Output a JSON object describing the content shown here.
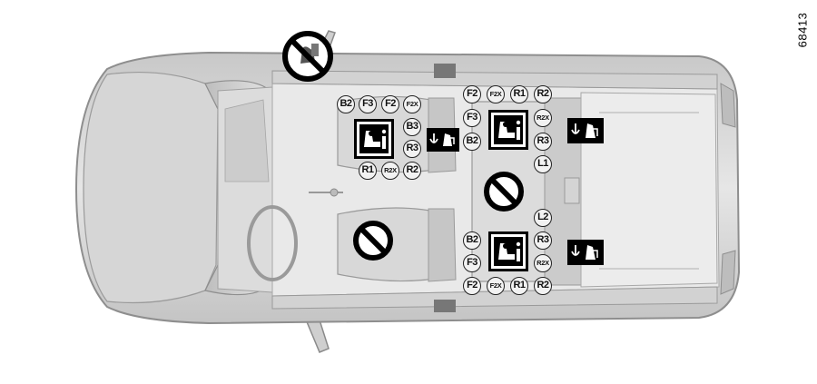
{
  "reference_number": "68413",
  "seat_codes": {
    "front_passenger_top": [
      "B2",
      "F3",
      "F2",
      "F2X"
    ],
    "front_passenger_side": [
      "B3",
      "R3"
    ],
    "front_passenger_bottom": [
      "R1",
      "R2X",
      "R2"
    ],
    "rear_right_top": [
      "F2",
      "F2X",
      "R1",
      "R2"
    ],
    "rear_right_left": [
      "F3",
      "B2"
    ],
    "rear_right_right": [
      "R2X",
      "R3"
    ],
    "rear_right_center": [
      "L1"
    ],
    "rear_left_center": [
      "L2"
    ],
    "rear_left_left": [
      "B2",
      "F3"
    ],
    "rear_left_right": [
      "R3",
      "R2X"
    ],
    "rear_left_bottom": [
      "F2",
      "F2X",
      "R1",
      "R2"
    ]
  },
  "icons": {
    "isofix": "isofix-child-seat-icon",
    "tether": "top-tether-anchor-icon",
    "prohibited": "prohibited-icon",
    "no_rear_facing": "no-rearward-facing-child-seat-icon"
  }
}
